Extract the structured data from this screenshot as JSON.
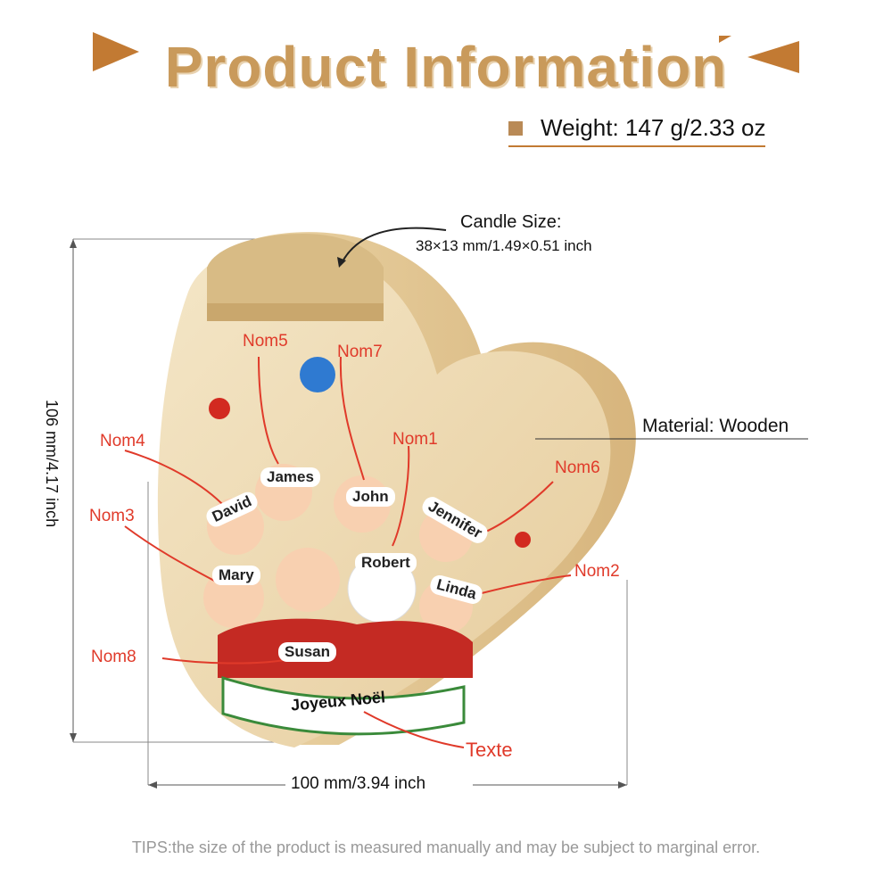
{
  "title": "Product Information",
  "weight": "Weight: 147 g/2.33 oz",
  "candle": {
    "title": "Candle Size:",
    "size": "38×13 mm/1.49×0.51 inch"
  },
  "material": "Material: Wooden",
  "height_dim": "106 mm/4.17 inch",
  "width_dim": "100 mm/3.94 inch",
  "labels": {
    "nom1": "Nom1",
    "nom2": "Nom2",
    "nom3": "Nom3",
    "nom4": "Nom4",
    "nom5": "Nom5",
    "nom6": "Nom6",
    "nom7": "Nom7",
    "nom8": "Nom8",
    "texte": "Texte"
  },
  "names": {
    "james": "James",
    "david": "David",
    "john": "John",
    "jennifer": "Jennifer",
    "mary": "Mary",
    "robert": "Robert",
    "linda": "Linda",
    "susan": "Susan"
  },
  "banner": "Joyeux Noël",
  "tips": "TIPS:the size of the product is measured manually and may be subject to marginal error.",
  "colors": {
    "title": "#c99a5b",
    "accent": "#c27a33",
    "label": "#e03a2a",
    "wood": "#f2e1bf"
  }
}
